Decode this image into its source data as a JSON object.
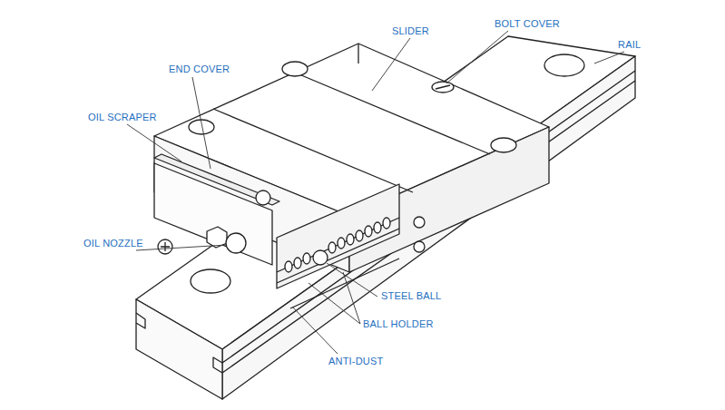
{
  "diagram": {
    "labels": [
      "SLIDER",
      "BOLT COVER",
      "RAIL",
      "END COVER",
      "OIL SCRAPER",
      "OIL NOZZLE",
      "STEEL BALL",
      "BALL HOLDER",
      "ANTI-DUST"
    ]
  }
}
